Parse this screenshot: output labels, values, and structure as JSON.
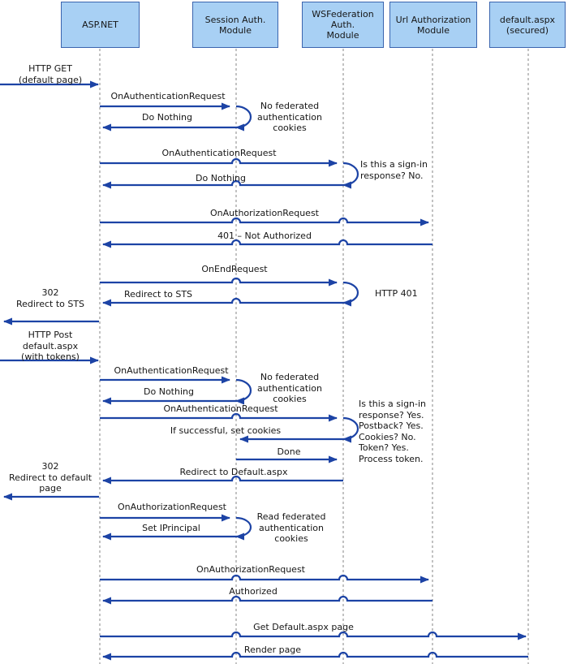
{
  "diagram": {
    "title_hint": "WS-Federation ASP.NET authentication sequence",
    "actors": [
      "ASP.NET",
      "Session Auth.\nModule",
      "WSFederation\nAuth.\nModule",
      "Url Authorization\nModule",
      "default.aspx\n(secured)"
    ],
    "browser_labels": [
      "HTTP GET\n(default page)",
      "302\nRedirect to STS",
      "HTTP Post\ndefault.aspx\n(with tokens)",
      "302\nRedirect to default\npage"
    ],
    "messages": [
      "OnAuthenticationRequest",
      "Do Nothing",
      "OnAuthenticationRequest",
      "Do Nothing",
      "OnAuthorizationRequest",
      "401 – Not Authorized",
      "OnEndRequest",
      "Redirect to STS",
      "OnAuthenticationRequest",
      "Do Nothing",
      "OnAuthenticationRequest",
      "If successful, set cookies",
      "Done",
      "Redirect to Default.aspx",
      "OnAuthorizationRequest",
      "Set IPrincipal",
      "OnAuthorizationRequest",
      "Authorized",
      "Get Default.aspx page",
      "Render page"
    ],
    "notes": [
      "No federated\nauthentication\ncookies",
      "Is this a sign-in\nresponse? No.",
      "HTTP 401",
      "Is this a sign-in\nresponse? Yes.\nPostback? Yes.\nCookies? No.\nToken? Yes.\nProcess token.",
      "No federated\nauthentication\ncookies",
      "Read federated\nauthentication\ncookies"
    ],
    "colors": {
      "actor_fill": "#a8d0f4",
      "actor_border": "#3a64ae",
      "arrow": "#1c43a5",
      "lifeline": "#9a9a9a",
      "text": "#161616"
    }
  }
}
